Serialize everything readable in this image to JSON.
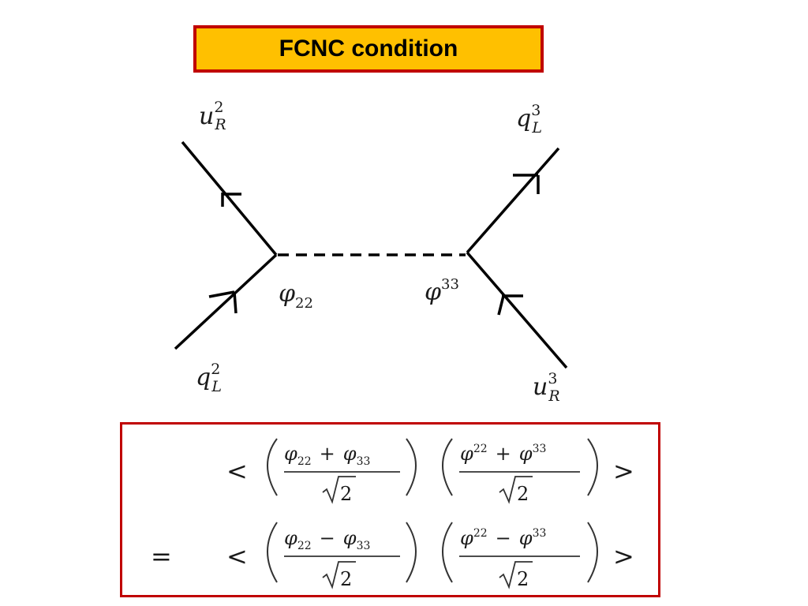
{
  "title": "FCNC condition",
  "colors": {
    "title_fill": "#FFC000",
    "title_border": "#C00000",
    "equation_border": "#C00000",
    "line": "#000000"
  },
  "diagram": {
    "top_left": {
      "base": "u",
      "sup": "2",
      "sub": "R"
    },
    "bottom_left": {
      "base": "q",
      "sup": "2",
      "sub": "L"
    },
    "top_right": {
      "base": "q",
      "sup": "3",
      "sub": "L"
    },
    "bottom_right": {
      "base": "u",
      "sup": "3",
      "sub": "R"
    },
    "vertex_left": {
      "base": "φ",
      "sub": "22"
    },
    "vertex_right": {
      "base": "φ",
      "sup": "33"
    }
  },
  "equation": {
    "lhs_relation": "<",
    "rhs_relation": ">",
    "equals": "=",
    "row1": {
      "num1_a": "φ",
      "num1_a_sub": "22",
      "num1_op": "+",
      "num1_b": "φ",
      "num1_b_sub": "33",
      "num2_a": "φ",
      "num2_a_sup": "22",
      "num2_op": "+",
      "num2_b": "φ",
      "num2_b_sup": "33",
      "den": "2"
    },
    "row2": {
      "num1_a": "φ",
      "num1_a_sub": "22",
      "num1_op": "−",
      "num1_b": "φ",
      "num1_b_sub": "33",
      "num2_a": "φ",
      "num2_a_sup": "22",
      "num2_op": "−",
      "num2_b": "φ",
      "num2_b_sup": "33",
      "den": "2"
    }
  }
}
